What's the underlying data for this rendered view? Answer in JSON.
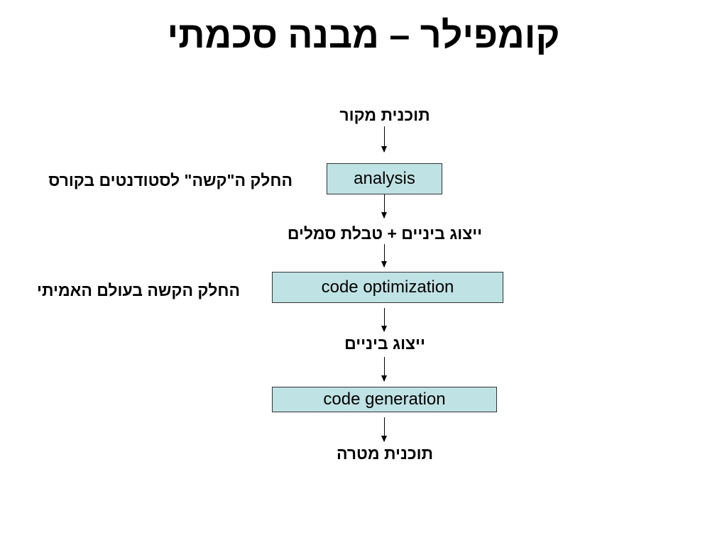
{
  "title": "קומפילר – מבנה סכמתי",
  "flow": {
    "source": "תוכנית מקור",
    "stage_analysis": "analysis",
    "intermediate_with_symbols": "ייצוג ביניים + טבלת סמלים",
    "stage_optimization": "code optimization",
    "intermediate": "ייצוג ביניים",
    "stage_generation": "code generation",
    "target": "תוכנית מטרה"
  },
  "notes": {
    "analysis_note": "החלק ה\"קשה\" לסטודנטים בקורס",
    "optimization_note": "החלק הקשה בעולם האמיתי"
  },
  "colors": {
    "box_fill": "#bfe3e5",
    "box_border": "#333333"
  }
}
